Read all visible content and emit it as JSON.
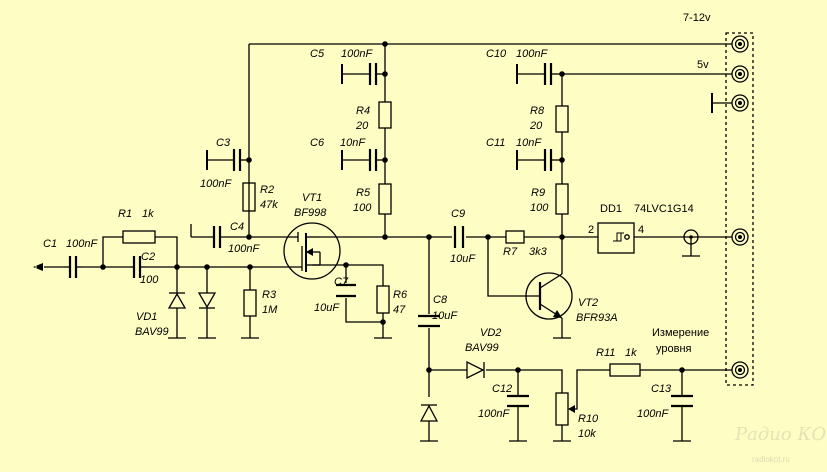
{
  "connector": {
    "pin1": "7-12v",
    "pin2": "5v",
    "level_caption_1": "Измерение",
    "level_caption_2": "уровня"
  },
  "components": {
    "C1": {
      "name": "C1",
      "value": "100nF"
    },
    "C2": {
      "name": "C2",
      "value": "100"
    },
    "C3": {
      "name": "C3",
      "value": "100nF"
    },
    "C4": {
      "name": "C4",
      "value": "100nF"
    },
    "C5": {
      "name": "C5",
      "value": "100nF"
    },
    "C6": {
      "name": "C6",
      "value": "10nF"
    },
    "C7": {
      "name": "C7",
      "value": "10uF"
    },
    "C8": {
      "name": "C8",
      "value": "10uF"
    },
    "C9": {
      "name": "C9",
      "value": "10uF"
    },
    "C10": {
      "name": "C10",
      "value": "100nF"
    },
    "C11": {
      "name": "C11",
      "value": "10nF"
    },
    "C12": {
      "name": "C12",
      "value": "100nF"
    },
    "C13": {
      "name": "C13",
      "value": "100nF"
    },
    "R1": {
      "name": "R1",
      "value": "1k"
    },
    "R2": {
      "name": "R2",
      "value": "47k"
    },
    "R3": {
      "name": "R3",
      "value": "1M"
    },
    "R4": {
      "name": "R4",
      "value": "20"
    },
    "R5": {
      "name": "R5",
      "value": "100"
    },
    "R6": {
      "name": "R6",
      "value": "47"
    },
    "R7": {
      "name": "R7",
      "value": "3k3"
    },
    "R8": {
      "name": "R8",
      "value": "20"
    },
    "R9": {
      "name": "R9",
      "value": "100"
    },
    "R10": {
      "name": "R10",
      "value": "10k"
    },
    "R11": {
      "name": "R11",
      "value": "1k"
    },
    "VT1": {
      "name": "VT1",
      "value": "BF998"
    },
    "VT2": {
      "name": "VT2",
      "value": "BFR93A"
    },
    "VD1": {
      "name": "VD1",
      "value": "BAV99"
    },
    "VD2": {
      "name": "VD2",
      "value": "BAV99"
    },
    "DD1": {
      "name": "DD1",
      "value": "74LVC1G14",
      "pin_in": "2",
      "pin_out": "4"
    }
  },
  "watermark": {
    "brand": "Радио КОТ",
    "url": "radiokot.ru"
  }
}
